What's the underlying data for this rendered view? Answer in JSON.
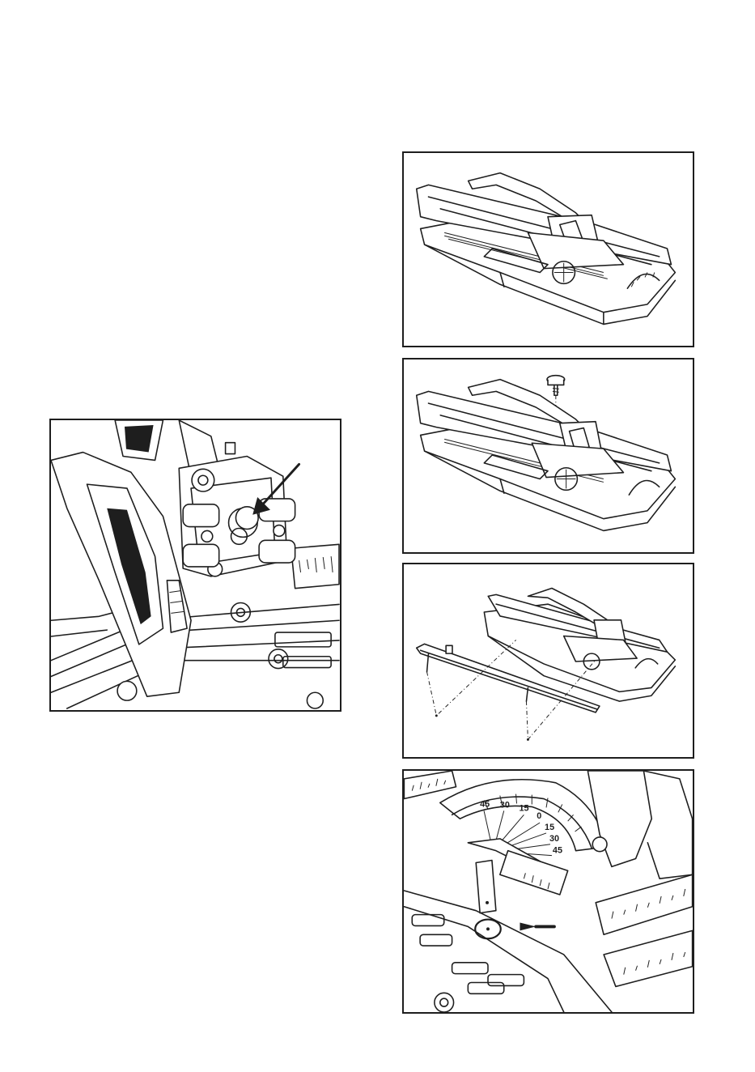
{
  "figures": [
    {
      "id": "roller-closeup",
      "icon": "roller-adjustment-knob-closeup"
    },
    {
      "id": "cutter-overview",
      "icon": "tile-cutter-overview"
    },
    {
      "id": "cutter-screw-removal",
      "icon": "tile-cutter-screw-removal"
    },
    {
      "id": "fence-attachment",
      "icon": "side-fence-attachment"
    },
    {
      "id": "protractor-detail",
      "icon": "angle-protractor-detail"
    }
  ],
  "protractor": {
    "scale_labels": [
      "45",
      "30",
      "15",
      "0",
      "15",
      "30",
      "45"
    ]
  },
  "colors": {
    "ink": "#1e1e1e",
    "paper": "#ffffff"
  }
}
